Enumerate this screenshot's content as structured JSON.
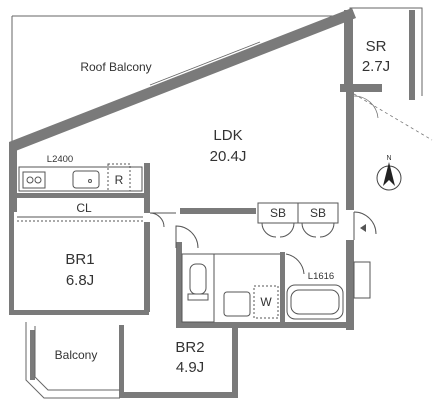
{
  "floor_plan": {
    "colors": {
      "wall": "#7a7a7a",
      "line": "#555555",
      "dashed": "#777777",
      "background": "#ffffff"
    },
    "rooms": {
      "roof_balcony": "Roof Balcony",
      "sr": {
        "name": "SR",
        "size": "2.7J"
      },
      "ldk": {
        "name": "LDK",
        "size": "20.4J"
      },
      "br1": {
        "name": "BR1",
        "size": "6.8J"
      },
      "br2": {
        "name": "BR2",
        "size": "4.9J"
      },
      "balcony": "Balcony"
    },
    "fixtures": {
      "kitchen_length": "L2400",
      "refrigerator": "R",
      "closet": "CL",
      "shoe_box_1": "SB",
      "shoe_box_2": "SB",
      "bath_size": "L1616",
      "washer": "W"
    },
    "compass": {
      "north": "N",
      "icon": "north-arrow-icon"
    }
  }
}
